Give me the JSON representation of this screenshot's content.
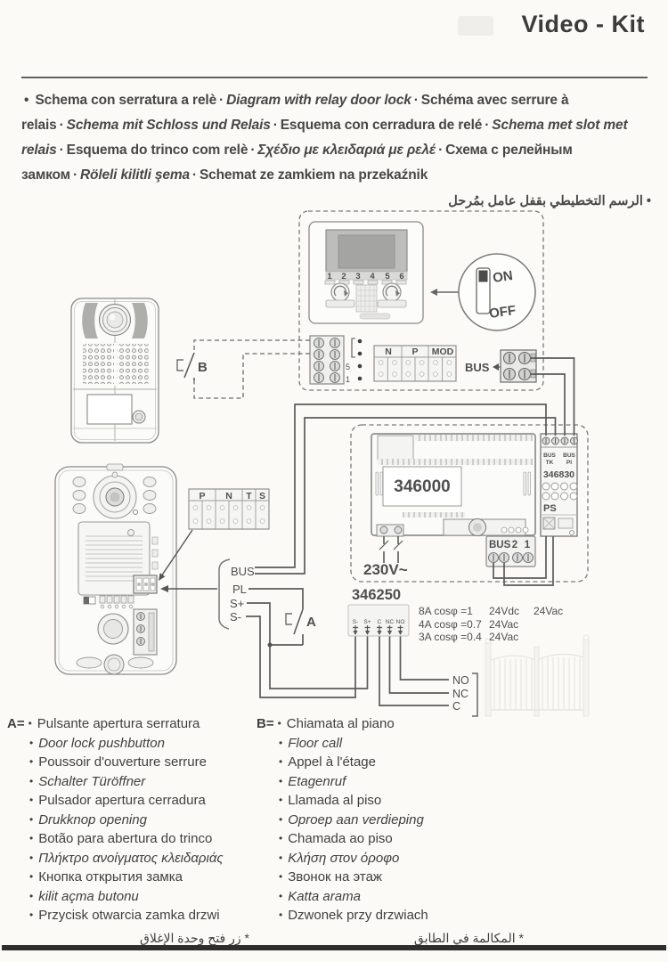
{
  "header": {
    "title": "Video - Kit"
  },
  "intro": {
    "bullet": "•",
    "separator": "·",
    "segments": [
      {
        "text": "Schema con serratura a relè"
      },
      {
        "text": "Diagram with relay door lock"
      },
      {
        "text": "Schéma avec serrure à relais"
      },
      {
        "text": "Schema mit Schloss und Relais"
      },
      {
        "text": "Esquema con cerradura de relé"
      },
      {
        "text": "Schema met slot met relais"
      },
      {
        "text": "Esquema do trinco com relè"
      },
      {
        "text": "Σχέδιο με κλειδαριά με ρελέ"
      },
      {
        "text": "Схема с релейным замком"
      },
      {
        "text": "Röleli kilitli şema"
      },
      {
        "text": "Schemat ze zamkiem na przekaźnik"
      }
    ],
    "arabic": "الرسم التخطيطي بقفل عامل بمُرحل"
  },
  "diagram": {
    "monitor_detail": {
      "on": "ON",
      "off": "OFF"
    },
    "monitor_buttons": [
      "1",
      "2",
      "3",
      "4",
      "5",
      "6"
    ],
    "monitor_terminal_labels": [
      "5",
      "1"
    ],
    "npmod_labels": [
      "N",
      "P",
      "MOD"
    ],
    "monitor_bus_label": "BUS",
    "pnts_labels": [
      "P",
      "N",
      "T",
      "S"
    ],
    "riser_labels": [
      "BUS",
      "PL",
      "S+",
      "S-"
    ],
    "switch_a_label": "A",
    "switch_b_label": "B",
    "psu_model": "346000",
    "psu_mains": "230V~",
    "psu_bus_terminals": [
      "BUS",
      "2",
      "1"
    ],
    "module": {
      "col1_top": "BUS",
      "col2_top": "BUS",
      "col1_sub": "TK",
      "col2_sub": "PI",
      "model": "346830",
      "ps": "PS"
    },
    "relay": {
      "model": "346250",
      "terminals": [
        "S-",
        "S+",
        "C",
        "NC",
        "NO"
      ],
      "ratings": [
        [
          "8A cosφ =1",
          "24Vdc",
          "24Vac"
        ],
        [
          "4A cosφ =0.7",
          "24Vac",
          ""
        ],
        [
          "3A cosφ =0.4",
          "24Vac",
          ""
        ]
      ],
      "outputs": [
        "NO",
        "NC",
        "C"
      ]
    }
  },
  "legend_a": {
    "key": "A=",
    "bullet": "•",
    "items": [
      {
        "text": "Pulsante apertura serratura"
      },
      {
        "text": "Door lock pushbutton"
      },
      {
        "text": "Poussoir d'ouverture serrure"
      },
      {
        "text": "Schalter Türöffner"
      },
      {
        "text": "Pulsador apertura cerradura"
      },
      {
        "text": "Drukknop opening"
      },
      {
        "text": "Botão para abertura do trinco"
      },
      {
        "text": "Πλήκτρο ανοίγματος κλειδαριάς"
      },
      {
        "text": "Кнопка открытия замка"
      },
      {
        "text": "kilit açma butonu"
      },
      {
        "text": "Przycisk otwarcia zamka drzwi"
      }
    ],
    "arabic": "* زر فتح وحدة الإغلاق"
  },
  "legend_b": {
    "key": "B=",
    "bullet": "•",
    "items": [
      {
        "text": "Chiamata al piano"
      },
      {
        "text": "Floor call"
      },
      {
        "text": "Appel à l'étage"
      },
      {
        "text": "Etagenruf"
      },
      {
        "text": "Llamada al piso"
      },
      {
        "text": "Oproep aan verdieping"
      },
      {
        "text": "Chamada ao piso"
      },
      {
        "text": "Κλήση στον όροφο"
      },
      {
        "text": "Звонок на этаж"
      },
      {
        "text": "Katta arama"
      },
      {
        "text": "Dzwonek przy drzwiach"
      }
    ],
    "arabic": "* المكالمة في الطابق"
  }
}
